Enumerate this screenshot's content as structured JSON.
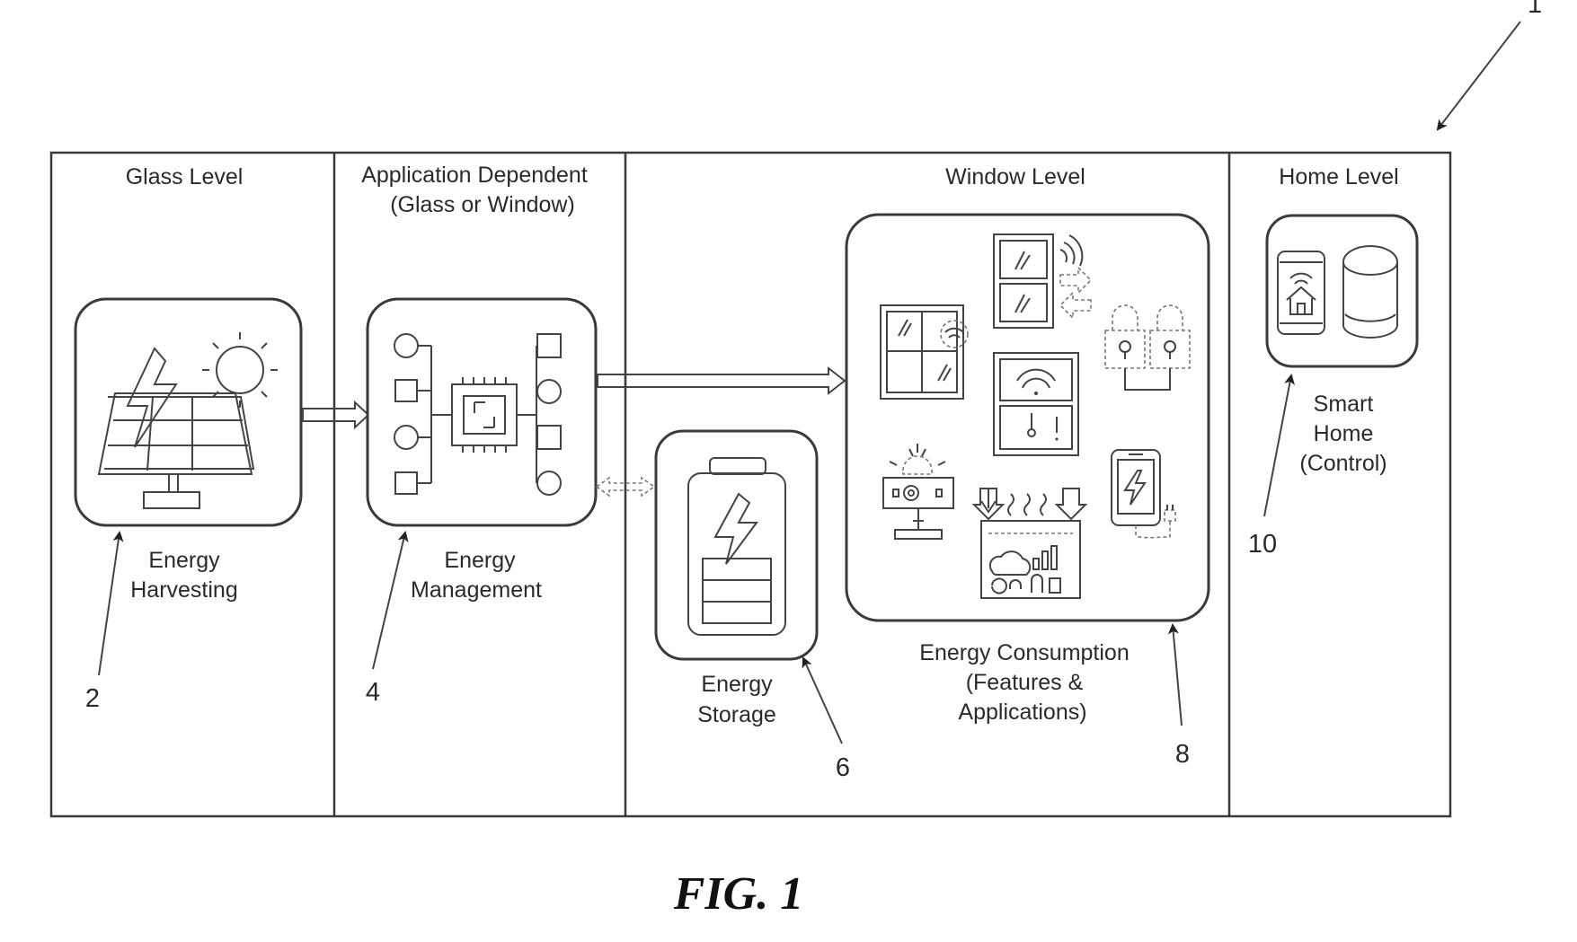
{
  "figure": {
    "caption": "FIG. 1",
    "overall_ref": "1"
  },
  "columns": [
    {
      "heading": "Glass Level"
    },
    {
      "heading_line1": "Application Dependent",
      "heading_line2": "(Glass or Window)"
    },
    {
      "heading": "Window Level"
    },
    {
      "heading": "Home Level"
    }
  ],
  "components": {
    "harvesting": {
      "line1": "Energy",
      "line2": "Harvesting",
      "ref": "2",
      "icon": "solar-panel-sun-icon"
    },
    "management": {
      "line1": "Energy",
      "line2": "Management",
      "ref": "4",
      "icon": "microchip-circuit-icon"
    },
    "storage": {
      "line1": "Energy",
      "line2": "Storage",
      "ref": "6",
      "icon": "battery-charging-icon"
    },
    "consumption": {
      "line1": "Energy Consumption",
      "line2": "(Features &",
      "line3": "Applications)",
      "ref": "8"
    },
    "smart_home": {
      "line1": "Smart",
      "line2": "Home",
      "line3": "(Control)",
      "ref": "10",
      "icon": "smart-home-devices-icon"
    }
  },
  "consumption_icons": [
    "smart-window-icon",
    "wireless-transfer-icon",
    "smart-lock-icon",
    "alarm-sensor-icon",
    "display-control-icon",
    "climate-display-icon",
    "phone-charging-icon"
  ]
}
